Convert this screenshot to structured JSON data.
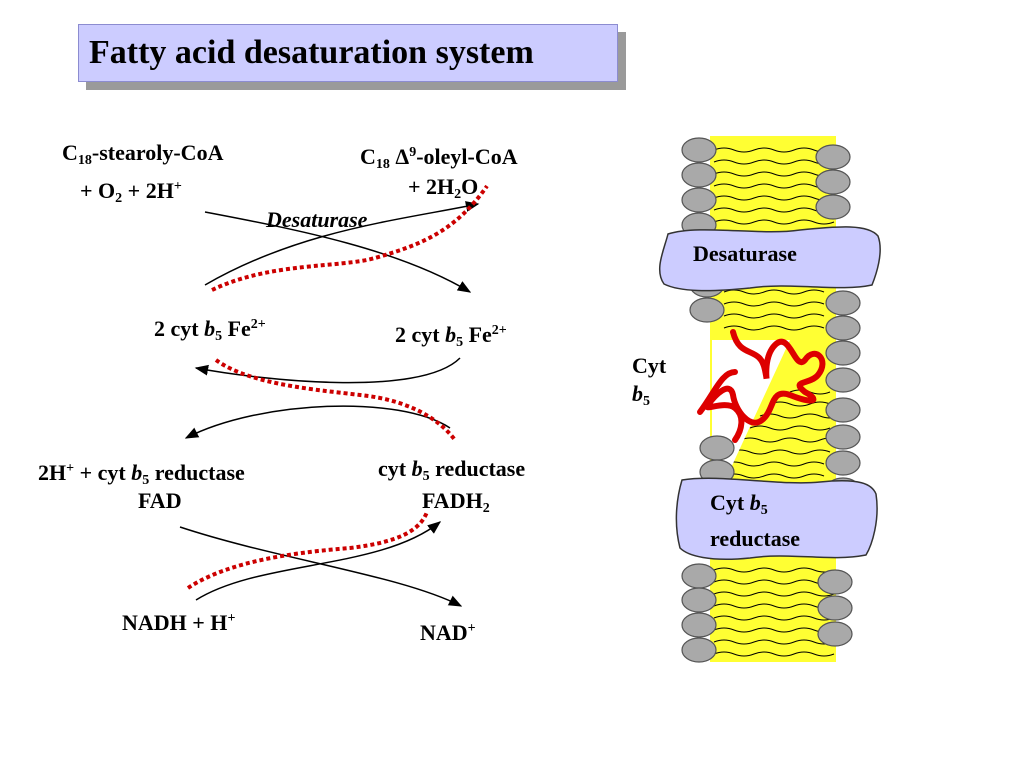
{
  "title": "Fatty acid desaturation system",
  "reactions": {
    "stearoyl": "-stearoly-CoA",
    "o2_row": "+  O",
    "two_h": "  + 2H",
    "oleyl": "-oleyl-CoA",
    "water_row": "+  2H",
    "water_o": "O",
    "desaturase_label": "Desaturase",
    "cyt_left": "2 cyt ",
    "cyt_right": "2 cyt ",
    "fe": " Fe",
    "reductase_left_prefix": "2H",
    "reductase_left_mid": "  +  cyt ",
    "reductase_suffix": " reductase",
    "reductase_right_prefix": "cyt ",
    "fad": "FAD",
    "fadh": "FADH",
    "nadh": "NADH  +  H",
    "nad": "NAD"
  },
  "symbols": {
    "c": "C",
    "sub18": "18",
    "sub2": "2",
    "sub5": "5",
    "sup_plus": "+",
    "sup_2plus": "2+",
    "sup_9": "9",
    "delta": "Δ",
    "b": "b"
  },
  "membrane": {
    "desaturase": "Desaturase",
    "cyt": "Cyt",
    "b5": "b",
    "reductase_cyt": "Cyt ",
    "reductase_word": "reductase"
  },
  "colors": {
    "title_bg": "#ccccff",
    "membrane_yellow": "#ffff33",
    "protein_box": "#ccccff",
    "dotted_red": "#cc0000",
    "cyt_chain": "#dd0000",
    "lipid_head": "#a9a9a9"
  }
}
